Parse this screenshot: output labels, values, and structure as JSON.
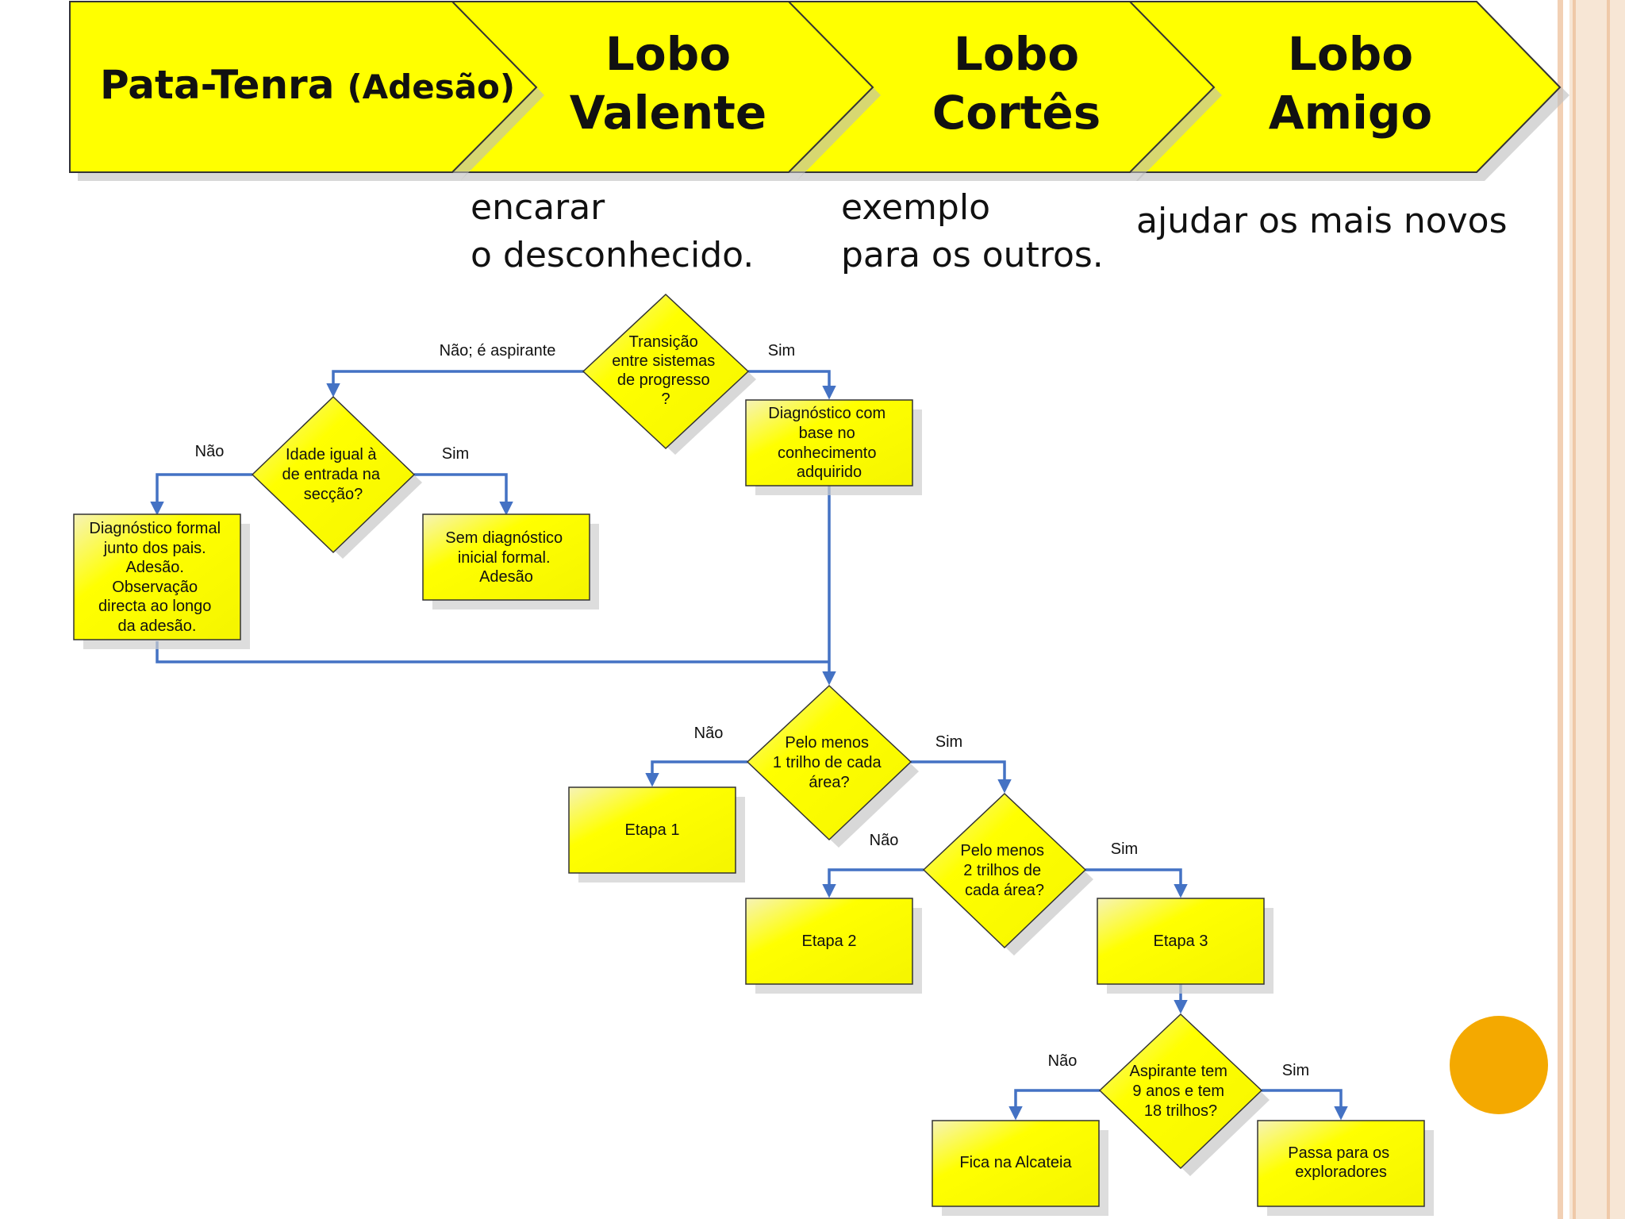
{
  "stages": [
    {
      "name": "Pata-Tenra",
      "suffix": "(Adesão)"
    },
    {
      "line1": "Lobo",
      "line2": "Valente",
      "caption": [
        "encarar",
        "o desconhecido."
      ]
    },
    {
      "line1": "Lobo",
      "line2": "Cortês",
      "caption": [
        "exemplo",
        "para os outros."
      ]
    },
    {
      "line1": "Lobo",
      "line2": "Amigo",
      "caption": [
        "ajudar os mais novos"
      ]
    }
  ],
  "flowchart": {
    "nodes": {
      "transicao": {
        "type": "decision",
        "lines": [
          "Transição",
          "entre sistemas",
          "de progresso",
          "?"
        ]
      },
      "diagnostico_conhecimento": {
        "type": "process",
        "lines": [
          "Diagnóstico com",
          "base no",
          "conhecimento",
          "adquirido"
        ]
      },
      "idade": {
        "type": "decision",
        "lines": [
          "Idade igual à",
          "de entrada na",
          "secção?"
        ]
      },
      "diagnostico_formal": {
        "type": "process",
        "lines": [
          "Diagnóstico formal",
          "junto dos pais.",
          "Adesão.",
          "Observação",
          "directa ao longo",
          "da adesão."
        ]
      },
      "sem_diagnostico": {
        "type": "process",
        "lines": [
          "Sem diagnóstico",
          "inicial formal.",
          "Adesão"
        ]
      },
      "pelo_menos_1": {
        "type": "decision",
        "lines": [
          "Pelo menos",
          "1 trilho de cada",
          "área?"
        ]
      },
      "etapa1": {
        "type": "process",
        "lines": [
          "Etapa 1"
        ]
      },
      "pelo_menos_2": {
        "type": "decision",
        "lines": [
          "Pelo menos",
          "2 trilhos de",
          "cada área?"
        ]
      },
      "etapa2": {
        "type": "process",
        "lines": [
          "Etapa 2"
        ]
      },
      "etapa3": {
        "type": "process",
        "lines": [
          "Etapa 3"
        ]
      },
      "aspirante": {
        "type": "decision",
        "lines": [
          "Aspirante tem",
          "9 anos e tem",
          "18 trilhos?"
        ]
      },
      "fica": {
        "type": "process",
        "lines": [
          "Fica na Alcateia"
        ]
      },
      "passa": {
        "type": "process",
        "lines": [
          "Passa para os",
          "exploradores"
        ]
      }
    },
    "edge_labels": {
      "transicao_no": "Não; é aspirante",
      "transicao_yes": "Sim",
      "idade_no": "Não",
      "idade_yes": "Sim",
      "pm1_no": "Não",
      "pm1_yes": "Sim",
      "pm2_no": "Não",
      "pm2_yes": "Sim",
      "asp_no": "Não",
      "asp_yes": "Sim"
    }
  },
  "colors": {
    "shape_fill": "#ffff00",
    "shape_stroke": "#333333",
    "connector": "#4472c4",
    "accent_circle": "#f4a900",
    "border_stripe": "#f7e6d5"
  }
}
